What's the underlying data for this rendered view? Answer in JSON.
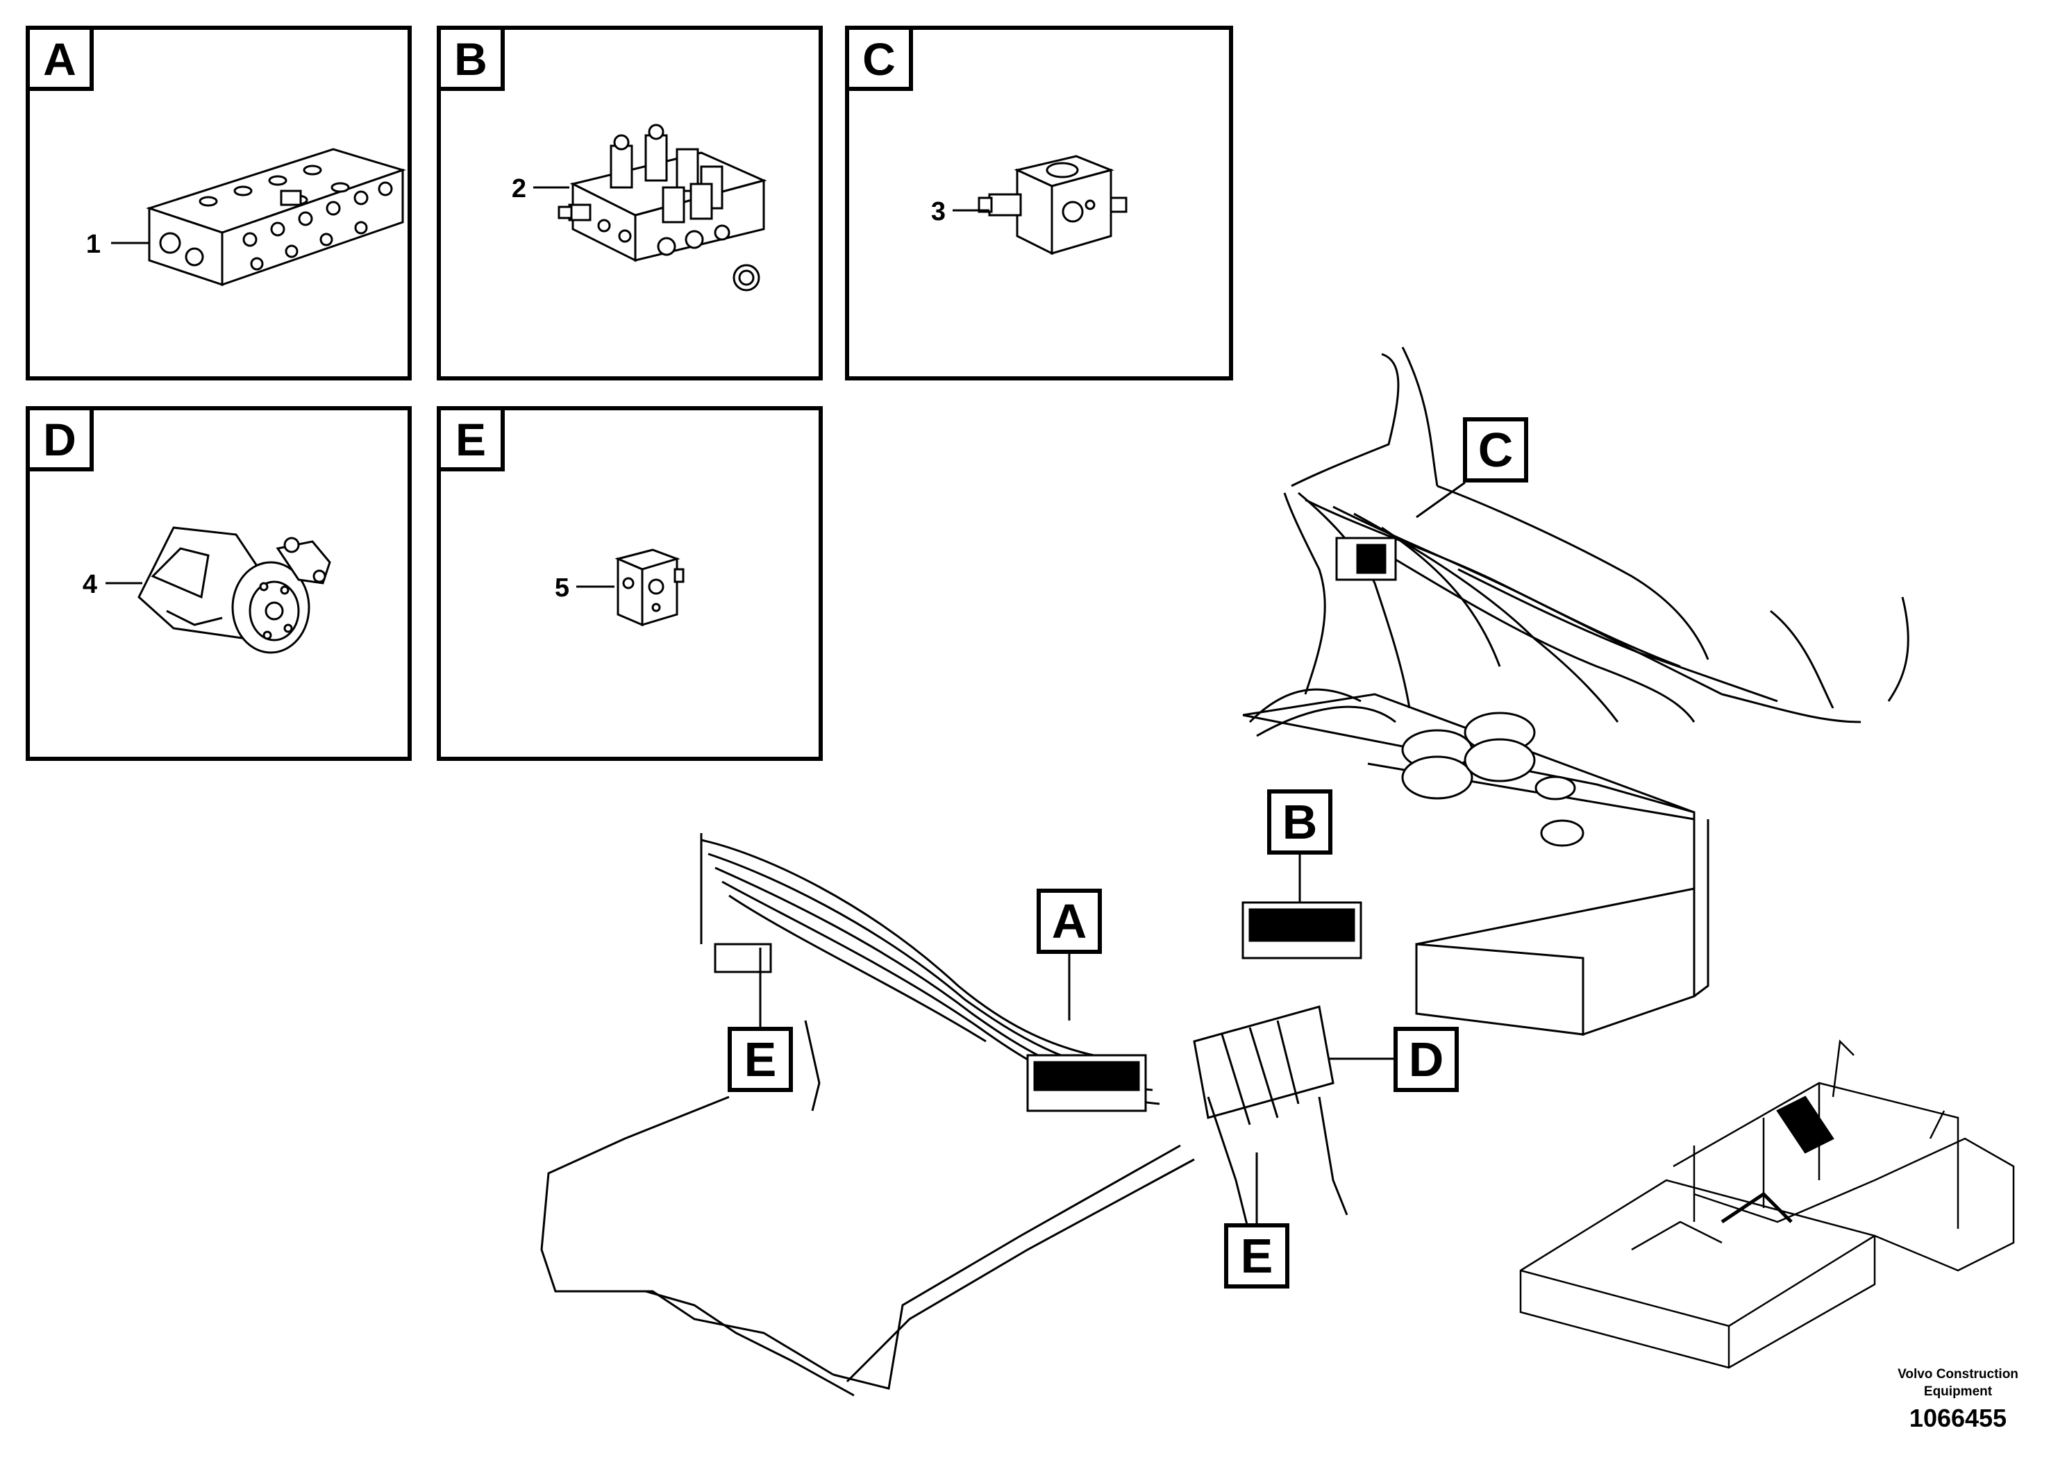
{
  "detail_boxes": [
    {
      "letter": "A",
      "part": "1"
    },
    {
      "letter": "B",
      "part": "2"
    },
    {
      "letter": "C",
      "part": "3"
    },
    {
      "letter": "D",
      "part": "4"
    },
    {
      "letter": "E",
      "part": "5"
    }
  ],
  "callouts": [
    "C",
    "B",
    "A",
    "D",
    "E",
    "E"
  ],
  "footer": {
    "company_line1": "Volvo Construction",
    "company_line2": "Equipment",
    "drawing_number": "1066455"
  }
}
